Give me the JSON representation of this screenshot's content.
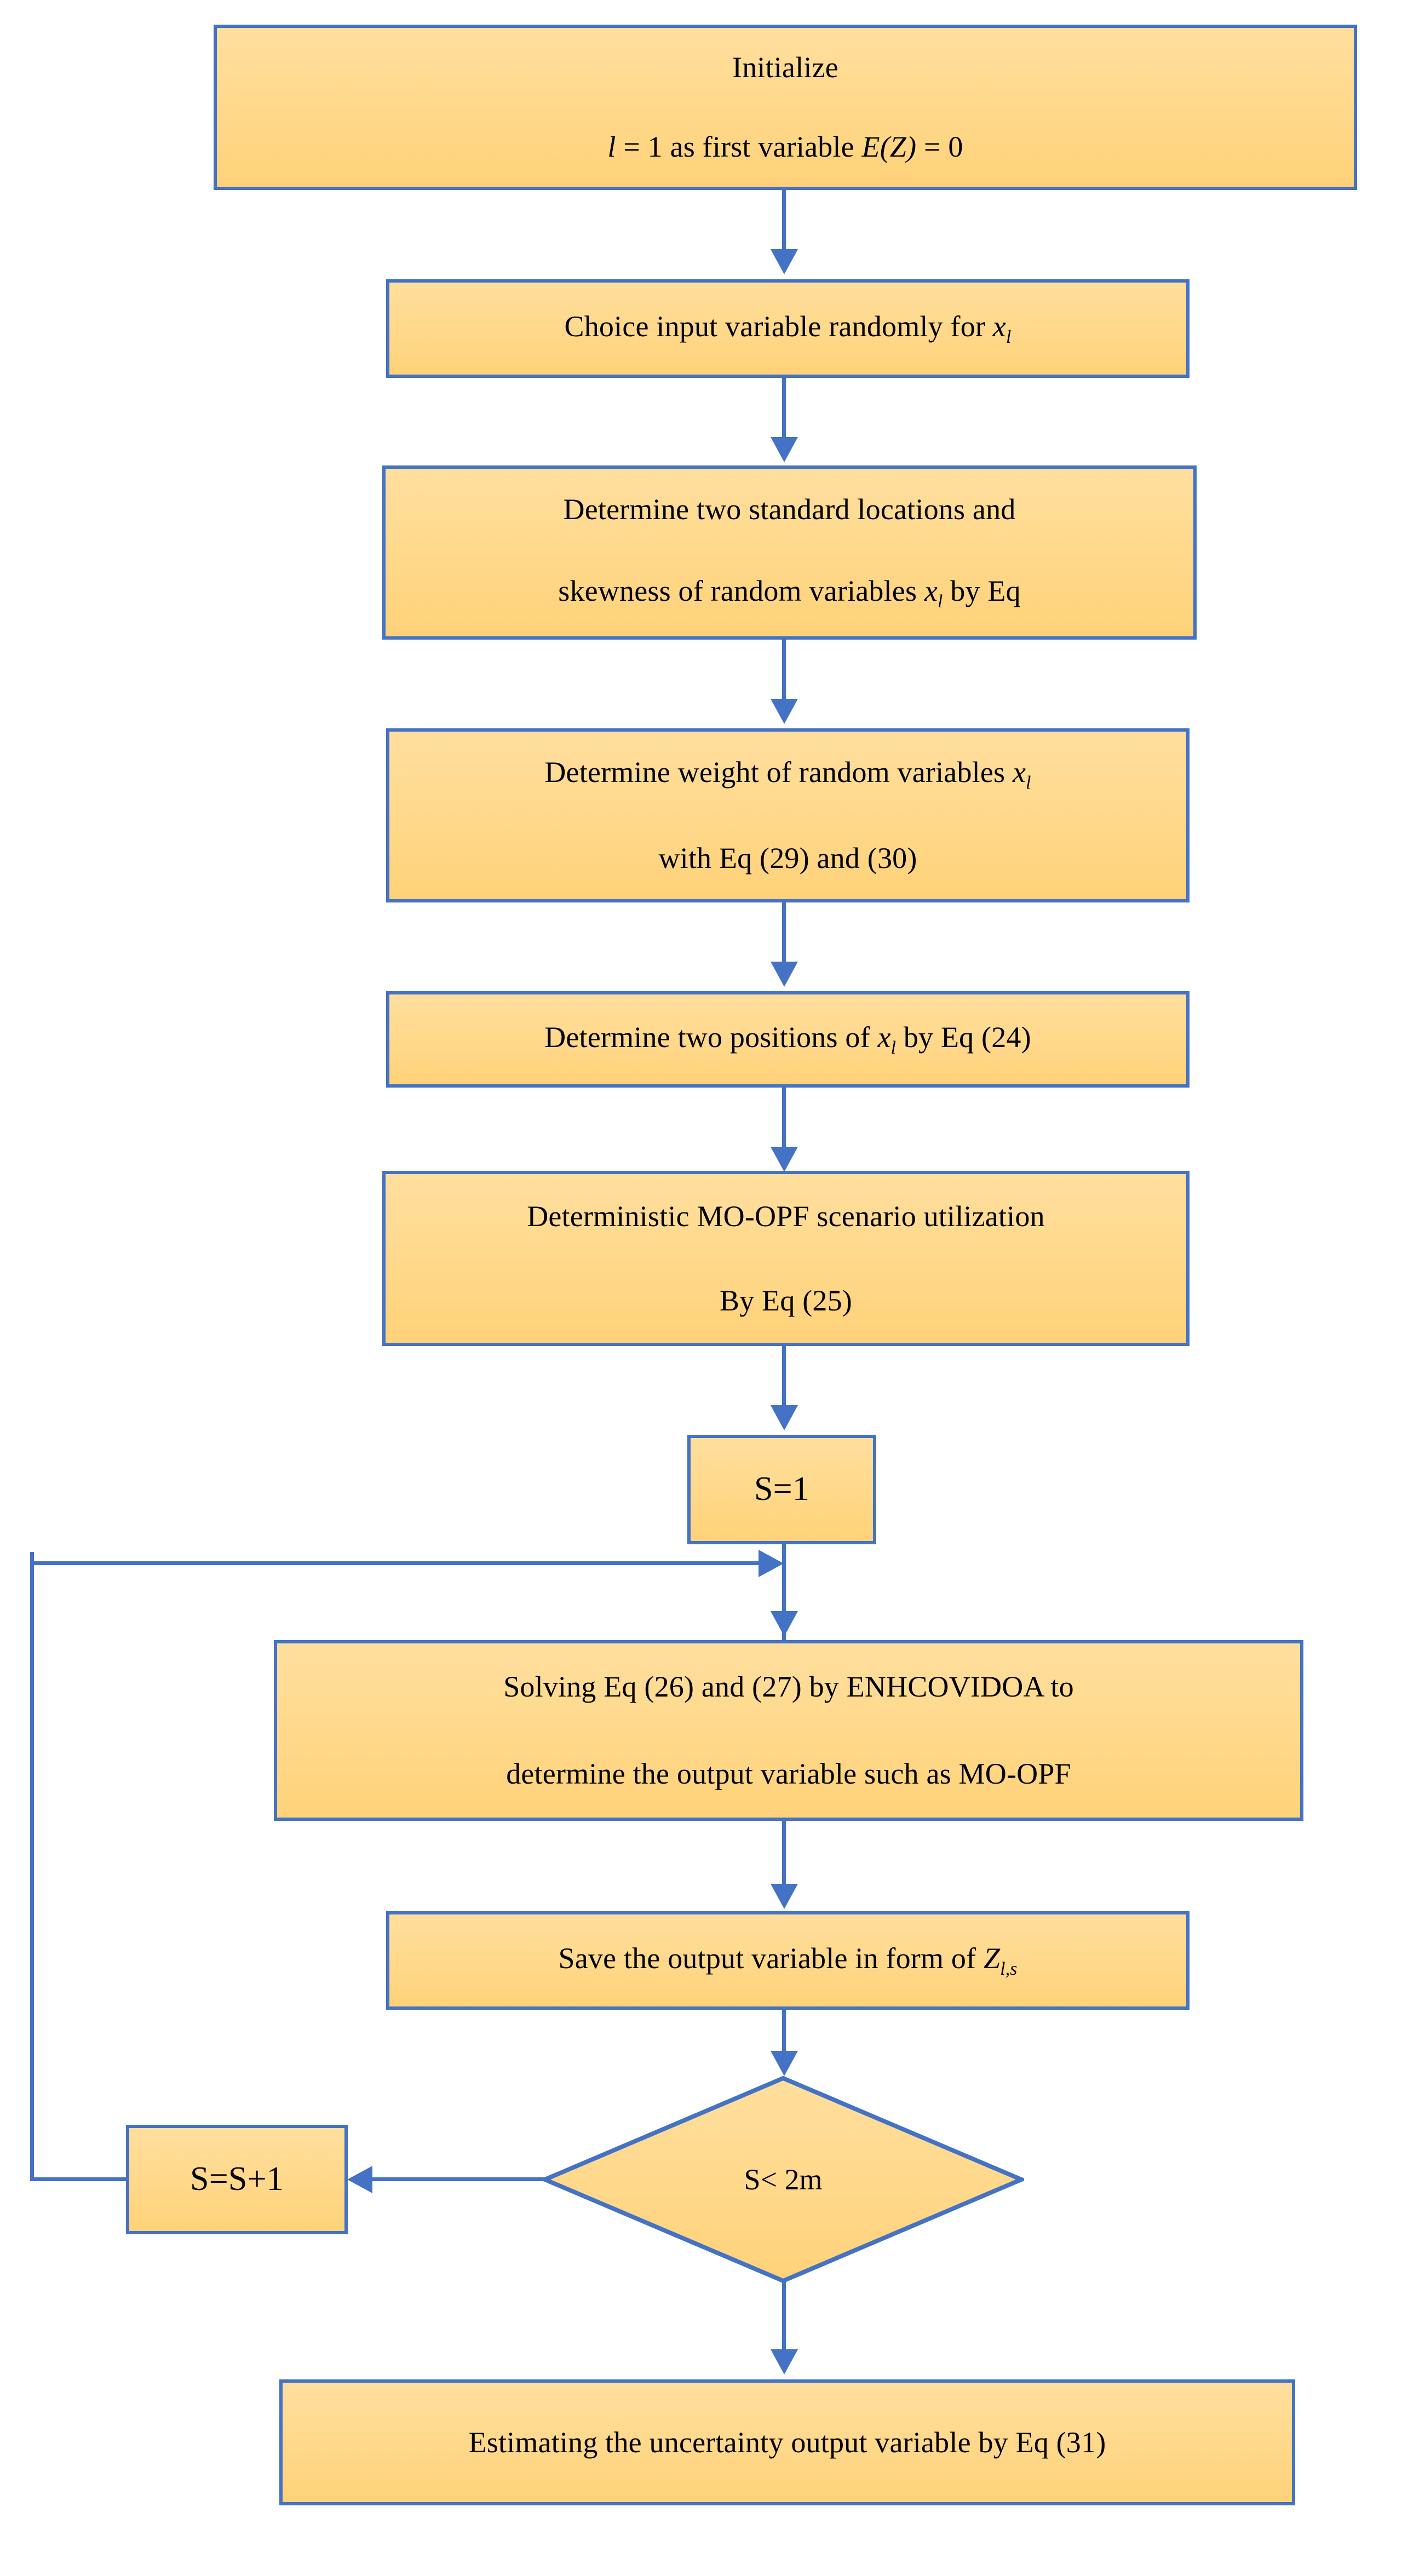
{
  "diagram": {
    "title": "Two-point estimate method flowchart for probabilistic MO-OPF",
    "colors": {
      "node_fill_top": "#ffdf9e",
      "node_fill_bottom": "#ffd279",
      "node_border": "#4472c4",
      "connector": "#4472c4",
      "text": "#000000",
      "background": "#ffffff"
    },
    "nodes": [
      {
        "id": "initialize",
        "shape": "rectangle",
        "line1": "Initialize",
        "line2_a": "l",
        "line2_b": " = 1 as first variable   ",
        "line2_c": "E(Z)",
        "line2_d": " = 0"
      },
      {
        "id": "choice-input",
        "shape": "rectangle",
        "line1_a": "Choice input variable randomly for  ",
        "line1_b": "x",
        "line1_sub": "l"
      },
      {
        "id": "determine-locations",
        "shape": "rectangle",
        "line1": "Determine two standard locations and",
        "line2_a": "skewness of random variables  ",
        "line2_b": "x",
        "line2_sub": "l",
        "line2_c": "  by Eq"
      },
      {
        "id": "determine-weight",
        "shape": "rectangle",
        "line1_a": "Determine weight of random variables  ",
        "line1_b": "x",
        "line1_sub": "l",
        "line2": "with Eq (29) and (30)"
      },
      {
        "id": "determine-positions",
        "shape": "rectangle",
        "line1_a": "Determine two positions of   ",
        "line1_b": "x",
        "line1_sub": "l",
        "line1_c": "  by Eq (24)"
      },
      {
        "id": "deterministic-scenario",
        "shape": "rectangle",
        "line1": "Deterministic MO-OPF scenario utilization",
        "line2": "By Eq (25)"
      },
      {
        "id": "s-init",
        "shape": "rectangle",
        "line1": "S=1"
      },
      {
        "id": "solving-enhcovidoa",
        "shape": "rectangle",
        "line1": "Solving Eq (26) and (27) by ENHCOVIDOA   to",
        "line2": "determine the output variable such as MO-OPF"
      },
      {
        "id": "save-output",
        "shape": "rectangle",
        "line1_a": "Save the output variable in form of   ",
        "line1_b": "Z",
        "line1_sub": "l,s"
      },
      {
        "id": "s-increment",
        "shape": "rectangle",
        "line1": "S=S+1"
      },
      {
        "id": "decision-s-lt-2m",
        "shape": "diamond",
        "line1": "S<  2m"
      },
      {
        "id": "estimate-uncertainty",
        "shape": "rectangle",
        "line1": "Estimating the uncertainty output variable by Eq (31)"
      }
    ],
    "connectors": [
      {
        "from": "initialize",
        "to": "choice-input",
        "kind": "arrow-down"
      },
      {
        "from": "choice-input",
        "to": "determine-locations",
        "kind": "arrow-down"
      },
      {
        "from": "determine-locations",
        "to": "determine-weight",
        "kind": "arrow-down"
      },
      {
        "from": "determine-weight",
        "to": "determine-positions",
        "kind": "arrow-down"
      },
      {
        "from": "determine-positions",
        "to": "deterministic-scenario",
        "kind": "arrow-down"
      },
      {
        "from": "deterministic-scenario",
        "to": "s-init",
        "kind": "arrow-down"
      },
      {
        "from": "s-init",
        "to": "solving-enhcovidoa",
        "kind": "arrow-down"
      },
      {
        "from": "solving-enhcovidoa",
        "to": "save-output",
        "kind": "arrow-down"
      },
      {
        "from": "save-output",
        "to": "decision-s-lt-2m",
        "kind": "arrow-down"
      },
      {
        "from": "decision-s-lt-2m",
        "to": "s-increment",
        "kind": "arrow-left"
      },
      {
        "from": "s-increment",
        "to": "s-init",
        "kind": "feedback-loop-left"
      },
      {
        "from": "decision-s-lt-2m",
        "to": "estimate-uncertainty",
        "kind": "arrow-down"
      }
    ]
  }
}
